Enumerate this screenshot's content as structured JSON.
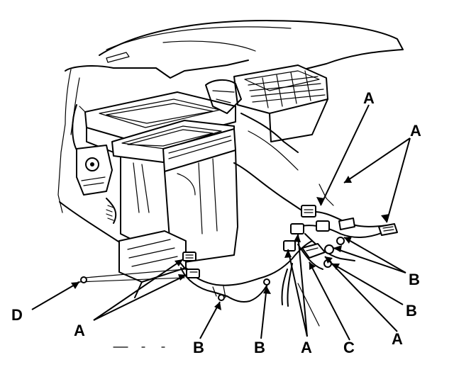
{
  "diagram": {
    "callouts": [
      {
        "id": "A1",
        "letter": "A"
      },
      {
        "id": "A2",
        "letter": "A"
      },
      {
        "id": "A3",
        "letter": "A"
      },
      {
        "id": "A4",
        "letter": "A"
      },
      {
        "id": "A5",
        "letter": "A"
      },
      {
        "id": "B1",
        "letter": "B"
      },
      {
        "id": "B2",
        "letter": "B"
      },
      {
        "id": "B3",
        "letter": "B"
      },
      {
        "id": "B4",
        "letter": "B"
      },
      {
        "id": "C1",
        "letter": "C"
      },
      {
        "id": "D1",
        "letter": "D"
      }
    ]
  }
}
